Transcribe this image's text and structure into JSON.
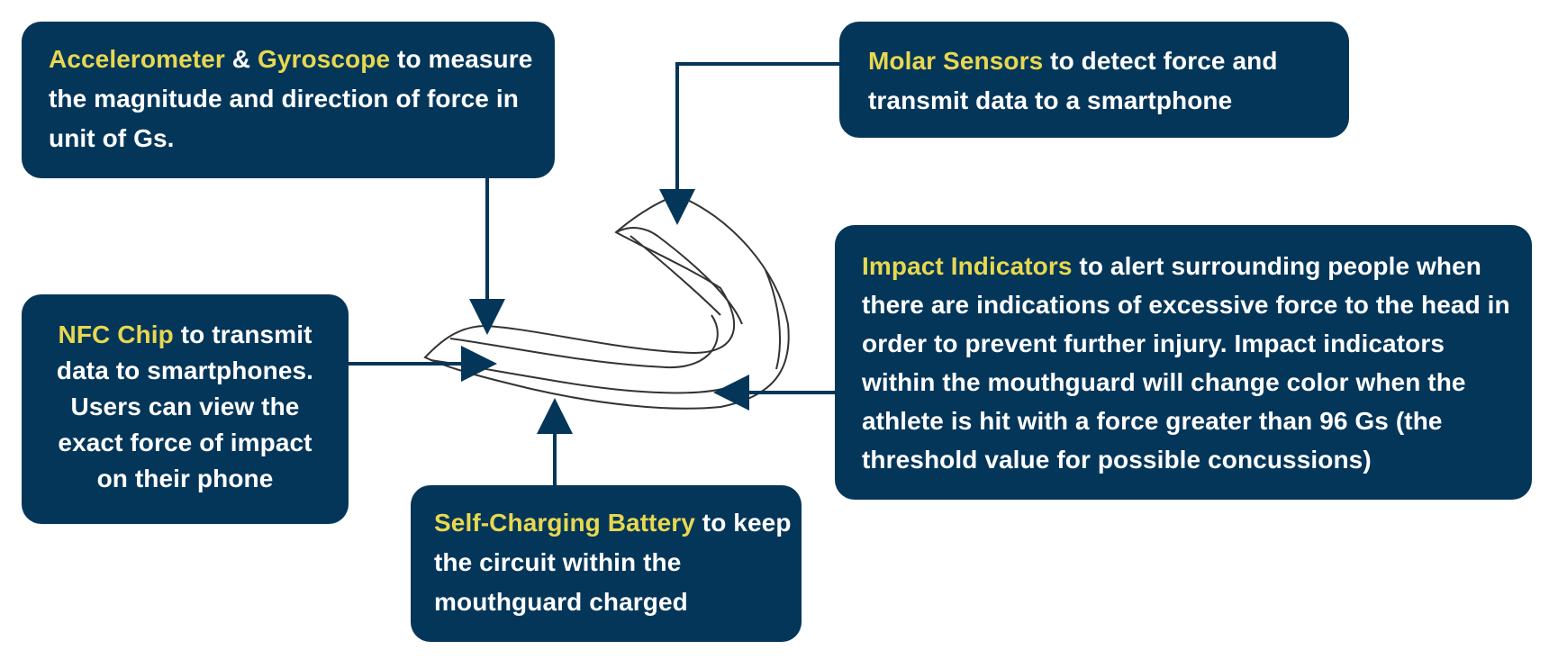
{
  "colors": {
    "box_background": "#04365a",
    "highlight_text": "#e8d84f",
    "body_text": "#ffffff",
    "arrow": "#04365a",
    "mouthguard_outline": "#333333"
  },
  "callouts": {
    "accelerometer": {
      "highlight_1": "Accelerometer",
      "joiner": " & ",
      "highlight_2": "Gyroscope",
      "text": " to measure the magnitude and direction of force in unit of Gs."
    },
    "molar": {
      "highlight": "Molar Sensors",
      "text": " to detect force and transmit data to a smartphone"
    },
    "impact": {
      "highlight": "Impact Indicators",
      "text": " to alert surrounding people when there are indications of excessive force to the head in order to prevent further injury. Impact indicators within the mouthguard will change color when the athlete is hit with a force greater than 96 Gs (the threshold value for possible concussions)"
    },
    "nfc": {
      "highlight": "NFC Chip",
      "line1_rest": " to transmit",
      "line2": "data to smartphones.",
      "line3": "Users can view the",
      "line4": "exact force of impact",
      "line5": "on their phone"
    },
    "battery": {
      "highlight": "Self-Charging Battery",
      "text": " to keep the circuit within the mouthguard charged"
    }
  },
  "icons": {
    "mouthguard": "mouthguard-illustration",
    "arrows": "arrow-icon"
  }
}
